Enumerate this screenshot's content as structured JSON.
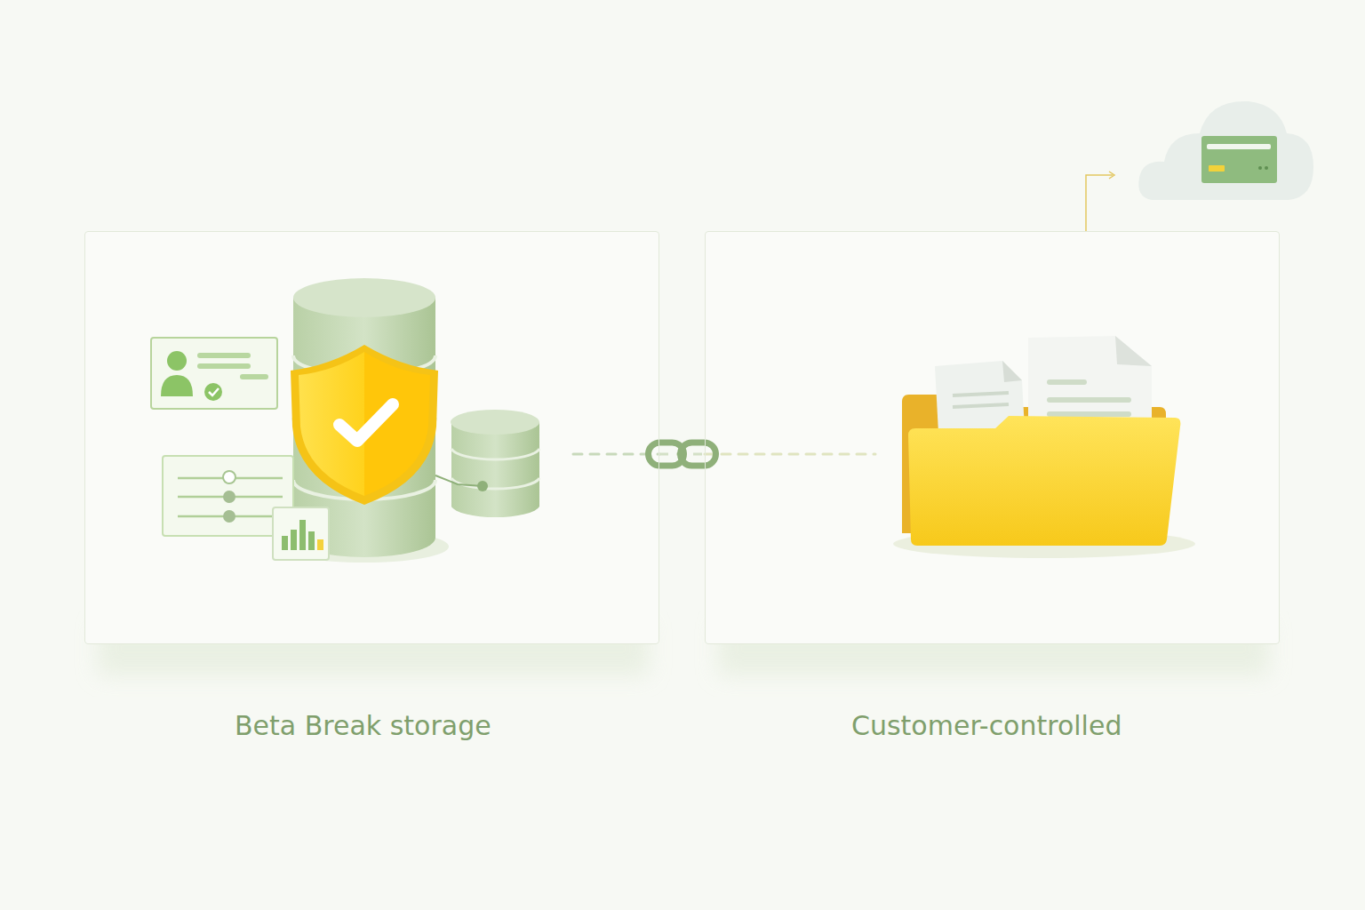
{
  "diagram": {
    "nodes": [
      {
        "text": [
          "Beta Break storage"
        ]
      },
      {
        "text": [
          "Customer-controlled"
        ]
      }
    ],
    "edges": [
      {
        "from": 0,
        "to": 1,
        "arrow": "none"
      }
    ]
  }
}
